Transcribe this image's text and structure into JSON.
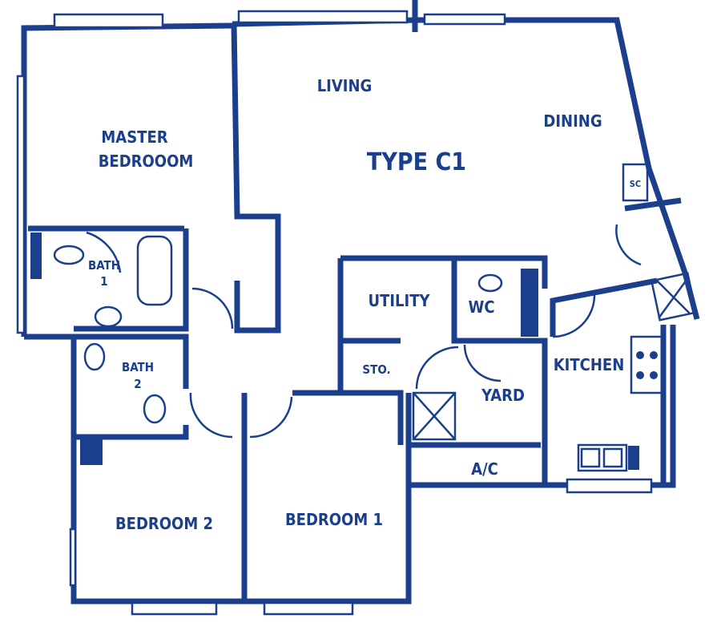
{
  "plan_title": "TYPE C1",
  "rooms": {
    "living": "LIVING",
    "dining": "DINING",
    "master_line1": "MASTER",
    "master_line2": "BEDROOOM",
    "bath1_line1": "BATH",
    "bath1_line2": "1",
    "bath2_line1": "BATH",
    "bath2_line2": "2",
    "utility": "UTILITY",
    "wc": "WC",
    "store": "STO.",
    "kitchen": "KITCHEN",
    "yard": "YARD",
    "ac": "A/C",
    "bedroom2": "BEDROOM 2",
    "bedroom1": "BEDROOM 1",
    "shoe_cabinet": "SC"
  },
  "colors": {
    "ink": "#1b3f8c",
    "background": "#ffffff"
  }
}
